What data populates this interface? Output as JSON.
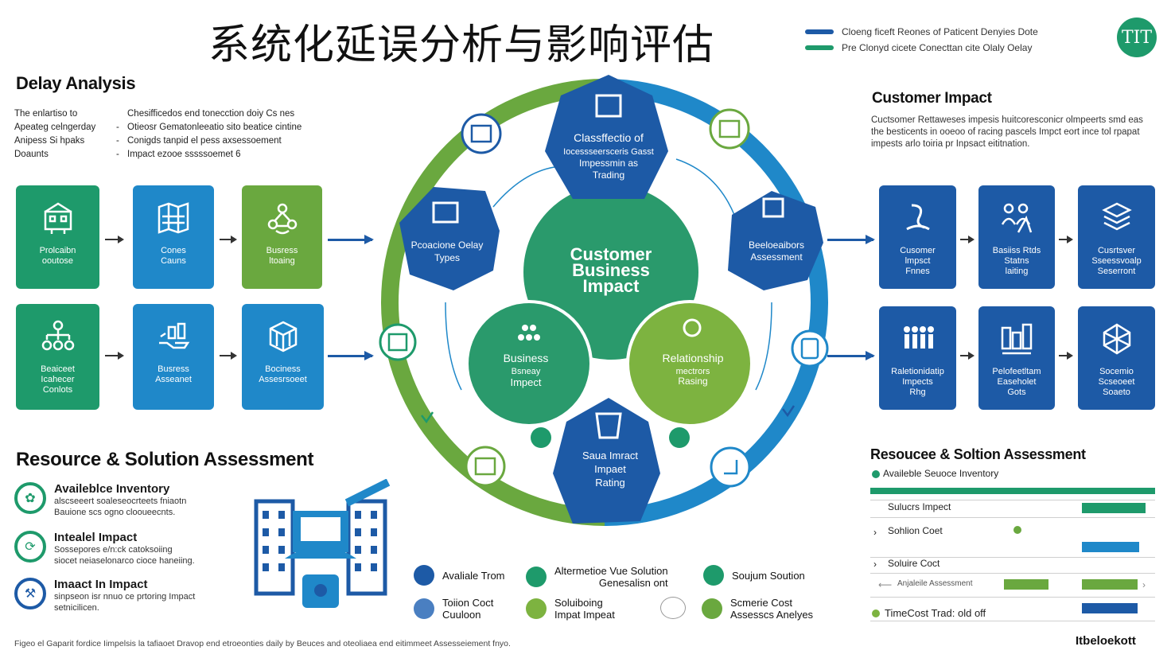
{
  "header": {
    "title": "系统化延误分析与影响评估",
    "legend": [
      {
        "label": "Cloeng ficeft Reones of Paticent Denyies Dote",
        "color": "#1d5aa6"
      },
      {
        "label": "Pre Clonyd cicete Conecttan cite Olaly Oelay",
        "color": "#1e9a6b"
      }
    ],
    "logo_text": "TIT"
  },
  "delay_analysis": {
    "heading": "Delay Analysis",
    "rows": [
      {
        "left": "The enlartiso to",
        "sep": "",
        "right": "Chesifficedos end tonecction doiy Cs nes"
      },
      {
        "left": "Apeateg celngerday",
        "sep": "-",
        "right": "Otieosr Gematonleeatio sito beatice cintine"
      },
      {
        "left": "Anipess Si hpaks",
        "sep": "-",
        "right": "Conigds tanpid el pess axsessoement"
      },
      {
        "left": "Doaunts",
        "sep": "-",
        "right": "Impact ezooe sssssoemet 6"
      }
    ],
    "tiles_row1": [
      {
        "label": "Prolcaibn\nooutose",
        "color": "green",
        "icon": "factory-icon"
      },
      {
        "label": "Cones\nCauns",
        "color": "blue",
        "icon": "map-icon"
      },
      {
        "label": "Busress\nltoaing",
        "color": "lime",
        "icon": "network-icon"
      }
    ],
    "tiles_row2": [
      {
        "label": "Beaiceet\nIcahecer\nConlots",
        "color": "green",
        "icon": "org-icon"
      },
      {
        "label": "Busress\nAsseanet",
        "color": "blue",
        "icon": "hand-icon"
      },
      {
        "label": "Bociness\nAssesrsoeet",
        "color": "blue",
        "icon": "box-icon"
      }
    ]
  },
  "diagram": {
    "center": "Customer\nBusiness\nImpact",
    "top": "Classffectio of\nIocessseersceris Gasst\nImpessmin as\nTrading",
    "left": "Pcoacione Oelay\nTypes",
    "right": "Beeloeaibors\nAssessment",
    "bottom": "Saua Imract\nImpaet\nRating",
    "inner_left": "Business\nBsneay\nImpect",
    "inner_right": "Relationship\nmectrors\nRasing"
  },
  "customer_impact": {
    "heading": "Customer Impact",
    "description": "Cuctsomer Rettaweses impesis huitcoresconicr olmpeerts smd eas the besticents in ooeoo of racing pascels Impct eort ince tol rpapat impests arlo toiria pr Inpsact eititnation.",
    "tiles_row1": [
      {
        "label": "Cusomer\nlmpsct\nFnnes",
        "icon": "hook-icon"
      },
      {
        "label": "Basiiss Rtds\nStatns\nlaiting",
        "icon": "people-icon"
      },
      {
        "label": "Cusrtsver\nSseessvoalp\nSeserront",
        "icon": "stack-icon"
      }
    ],
    "tiles_row2": [
      {
        "label": "Raletionidatip\nImpects\nRhg",
        "icon": "team-icon"
      },
      {
        "label": "Pelofeetltam\nEaseholet\nGots",
        "icon": "chart-icon"
      },
      {
        "label": "Socemio\nScseoeet\nSoaeto",
        "icon": "web-icon"
      }
    ]
  },
  "resource_left": {
    "heading": "Resource & Solution Assessment",
    "items": [
      {
        "title": "Availeblce Inventory",
        "desc": "alscseeert soaleseocrteets fniaotn\nBauione scs ogno clooueecnts.",
        "icon": "leaf-icon",
        "tone": "green"
      },
      {
        "title": "Intealel Impact",
        "desc": "Sossepores e/n:ck catoksoiing\nsiocet neiaselonarco cioce haneiing.",
        "icon": "flow-icon",
        "tone": "green"
      },
      {
        "title": "Imaact In Impact",
        "desc": "sinpseon isr nnuo ce prtoring Impact\nsetnicilicen.",
        "icon": "tool-icon",
        "tone": "navy"
      }
    ]
  },
  "bottom_legend": [
    {
      "label": "Avaliale Trom",
      "color": "#1d5aa6"
    },
    {
      "label": "Altermetioe Vue Solution\nGenesalisn ont",
      "color": "#1e9a6b"
    },
    {
      "label": "Soujum Soution",
      "color": "#1e9a6b"
    },
    {
      "label": "Toiion Coct\nCuuloon",
      "color": "#4a7fc1"
    },
    {
      "label": "Soluiboing\nImpat Impeat",
      "color": "#7db340"
    },
    {
      "label": "Scmerie Cost\nAssesscs Anelyes",
      "color": "#6aa83f"
    }
  ],
  "resource_right": {
    "heading": "Resoucee & Soltion Assessment",
    "rows": [
      {
        "label": "Availeble Seuoce Inventory"
      },
      {
        "label": "Sulucrs Impect"
      },
      {
        "label": "Sohlion Coet"
      },
      {
        "label": "Soluire Coct"
      },
      {
        "label": "Anjaleile Assessment"
      },
      {
        "label": "TimeCost Trad: old off"
      }
    ]
  },
  "footer": {
    "caption": "Figeo el Gaparit fordice Iimpelsis la tafiaoet Dravop end etroeonties daily by Beuces and oteoliaea end eitimmeet Assesseiement fnyo.",
    "brand": "Itbeloekott"
  },
  "colors": {
    "green": "#1e9a6b",
    "blue": "#1f88c9",
    "lime": "#6aa83f",
    "navy": "#1d5aa6"
  }
}
